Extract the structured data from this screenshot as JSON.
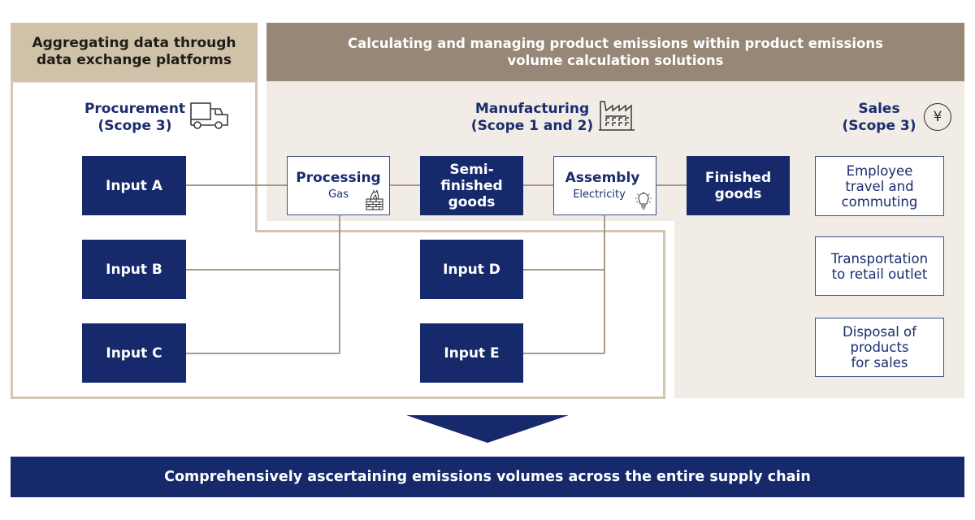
{
  "left_panel": {
    "title_line1": "Aggregating data through",
    "title_line2": "data exchange platforms"
  },
  "right_panel": {
    "title_line1": "Calculating and managing product emissions within product emissions",
    "title_line2": "volume calculation solutions"
  },
  "sections": {
    "procurement": {
      "line1": "Procurement",
      "line2": "(Scope 3)",
      "icon": "truck-icon"
    },
    "manufacturing": {
      "line1": "Manufacturing",
      "line2": "(Scope 1 and 2)",
      "icon": "factory-icon"
    },
    "sales": {
      "line1": "Sales",
      "line2": "(Scope 3)",
      "icon": "yen-icon",
      "icon_glyph": "¥"
    }
  },
  "inputs": {
    "a": "Input A",
    "b": "Input B",
    "c": "Input C",
    "d": "Input D",
    "e": "Input E"
  },
  "process": {
    "processing": {
      "label": "Processing",
      "sub": "Gas",
      "icon": "gas-furnace-icon"
    },
    "semi_finished": {
      "line1": "Semi-",
      "line2": "finished",
      "line3": "goods"
    },
    "assembly": {
      "label": "Assembly",
      "sub": "Electricity",
      "icon": "lightbulb-icon"
    },
    "finished": {
      "line1": "Finished",
      "line2": "goods"
    }
  },
  "sales_items": [
    {
      "line1": "Employee",
      "line2": "travel and",
      "line3": "commuting"
    },
    {
      "line1": "Transportation",
      "line2": "to retail outlet"
    },
    {
      "line1": "Disposal of",
      "line2": "products",
      "line3": "for sales"
    }
  ],
  "conclusion": {
    "arrow_icon": "down-arrow-icon",
    "text": "Comprehensively ascertaining emissions volumes across the entire supply chain"
  },
  "colors": {
    "navy": "#15296b",
    "tan_header": "#cfc2a9",
    "taupe_header": "#978777",
    "beige_panel": "#f2ece6",
    "connector": "#a89a87"
  }
}
